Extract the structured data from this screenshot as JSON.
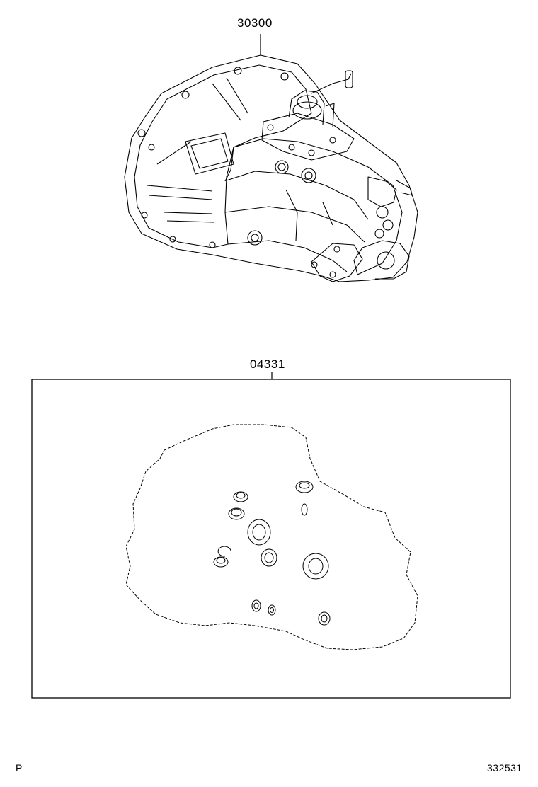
{
  "diagram": {
    "assembly_part_number": "30300",
    "gasket_kit_part_number": "04331",
    "page_marker": "P",
    "illustration_number": "332531"
  }
}
